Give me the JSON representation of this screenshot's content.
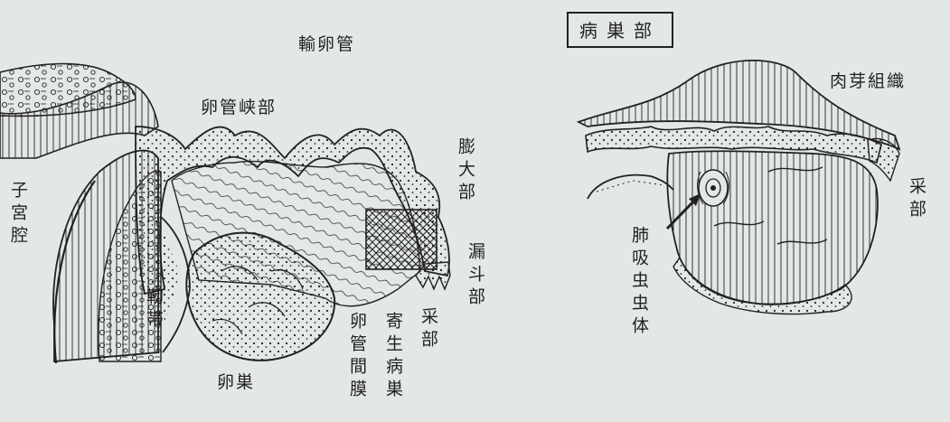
{
  "left_figure": {
    "title": "輸卵管",
    "labels": {
      "isthmus": "卵管峡部",
      "ampulla": "膨大部",
      "infundibulum": "漏斗部",
      "fimbria": "采部",
      "uterine_cavity": "子宮腔",
      "ligament": "靭帯",
      "ovary": "卵巣",
      "mesosalpinx": "卵管間膜",
      "parasitic_lesion": "寄生病巣"
    }
  },
  "right_figure": {
    "title": "病巣部",
    "labels": {
      "granulation_tissue": "肉芽組織",
      "fimbria": "采部",
      "lung_fluke": "肺吸虫虫体"
    }
  }
}
